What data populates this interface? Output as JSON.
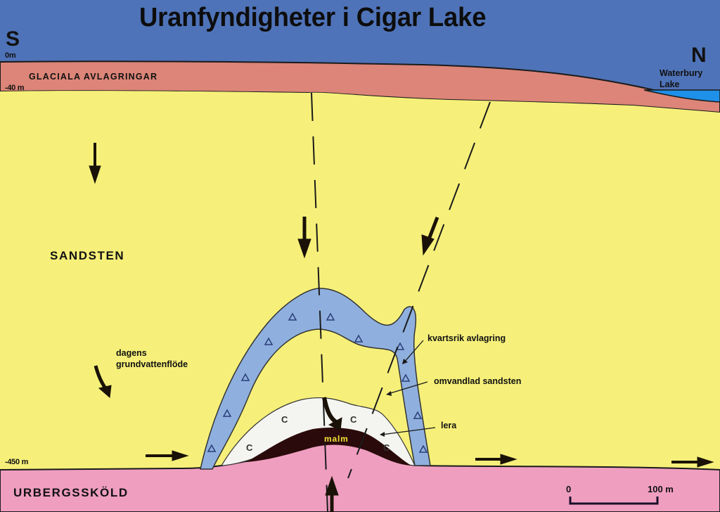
{
  "title": "Uranfyndigheter i Cigar Lake",
  "orientation": {
    "south": "S",
    "north": "N"
  },
  "depth_marks": {
    "surface": "0m",
    "glacial_base": "-40 m",
    "sandstone_base": "-450 m"
  },
  "layers": {
    "water": {
      "label": "",
      "color": "#4f73b8"
    },
    "glacial": {
      "label": "GLACIALA AVLAGRINGAR",
      "color": "#dc8578"
    },
    "sandstone": {
      "label": "SANDSTEN",
      "color": "#f6f07a"
    },
    "basement": {
      "label": "URBERGSSKÖLD",
      "color": "#ef9ec0"
    },
    "lake": {
      "label": "Waterbury\nLake",
      "label_line1": "Waterbury",
      "label_line2": "Lake",
      "color": "#1e90e8"
    }
  },
  "annotations": {
    "groundwater_line1": "dagens",
    "groundwater_line2": "grundvattenflöde",
    "quartz": "kvartsrik avlagring",
    "altered_sandstone": "omvandlad sandsten",
    "clay": "lera",
    "ore": "malm",
    "clay_symbol": "C"
  },
  "scale_bar": {
    "start": "0",
    "end": "100 m"
  },
  "colors": {
    "quartz_zone": "#8fb0de",
    "clay_zone": "#f4f4f1",
    "ore": "#2a0a0a",
    "line": "#1a1a1a"
  }
}
